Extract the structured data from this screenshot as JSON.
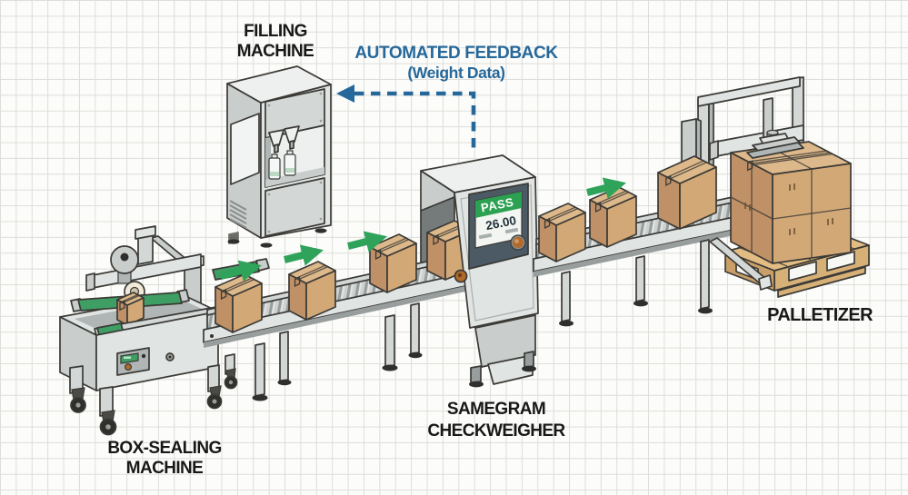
{
  "labels": {
    "filling_machine_line1": "FILLING",
    "filling_machine_line2": "MACHINE",
    "automated_feedback_line1": "AUTOMATED FEEDBACK",
    "automated_feedback_line2": "(Weight Data)",
    "box_sealing_line1": "BOX-SEALING",
    "box_sealing_line2": "MACHINE",
    "checkweigher_line1": "SAMEGRAM",
    "checkweigher_line2": "CHECKWEIGHER",
    "palletizer": "PALLETIZER"
  },
  "checkweigher_display": {
    "status": "PASS",
    "weight": "26.00"
  },
  "icons": {
    "flow_arrow": "green right arrow",
    "feedback_arrow": "blue dashed left arrow"
  },
  "colors": {
    "feedback_blue": "#26689a",
    "arrow_green": "#2fa35a",
    "pass_green": "#2ca152",
    "carton_tan": "#d2a877",
    "machine_gray": "#e0e4e3",
    "pallet_wood": "#e2bc82"
  }
}
